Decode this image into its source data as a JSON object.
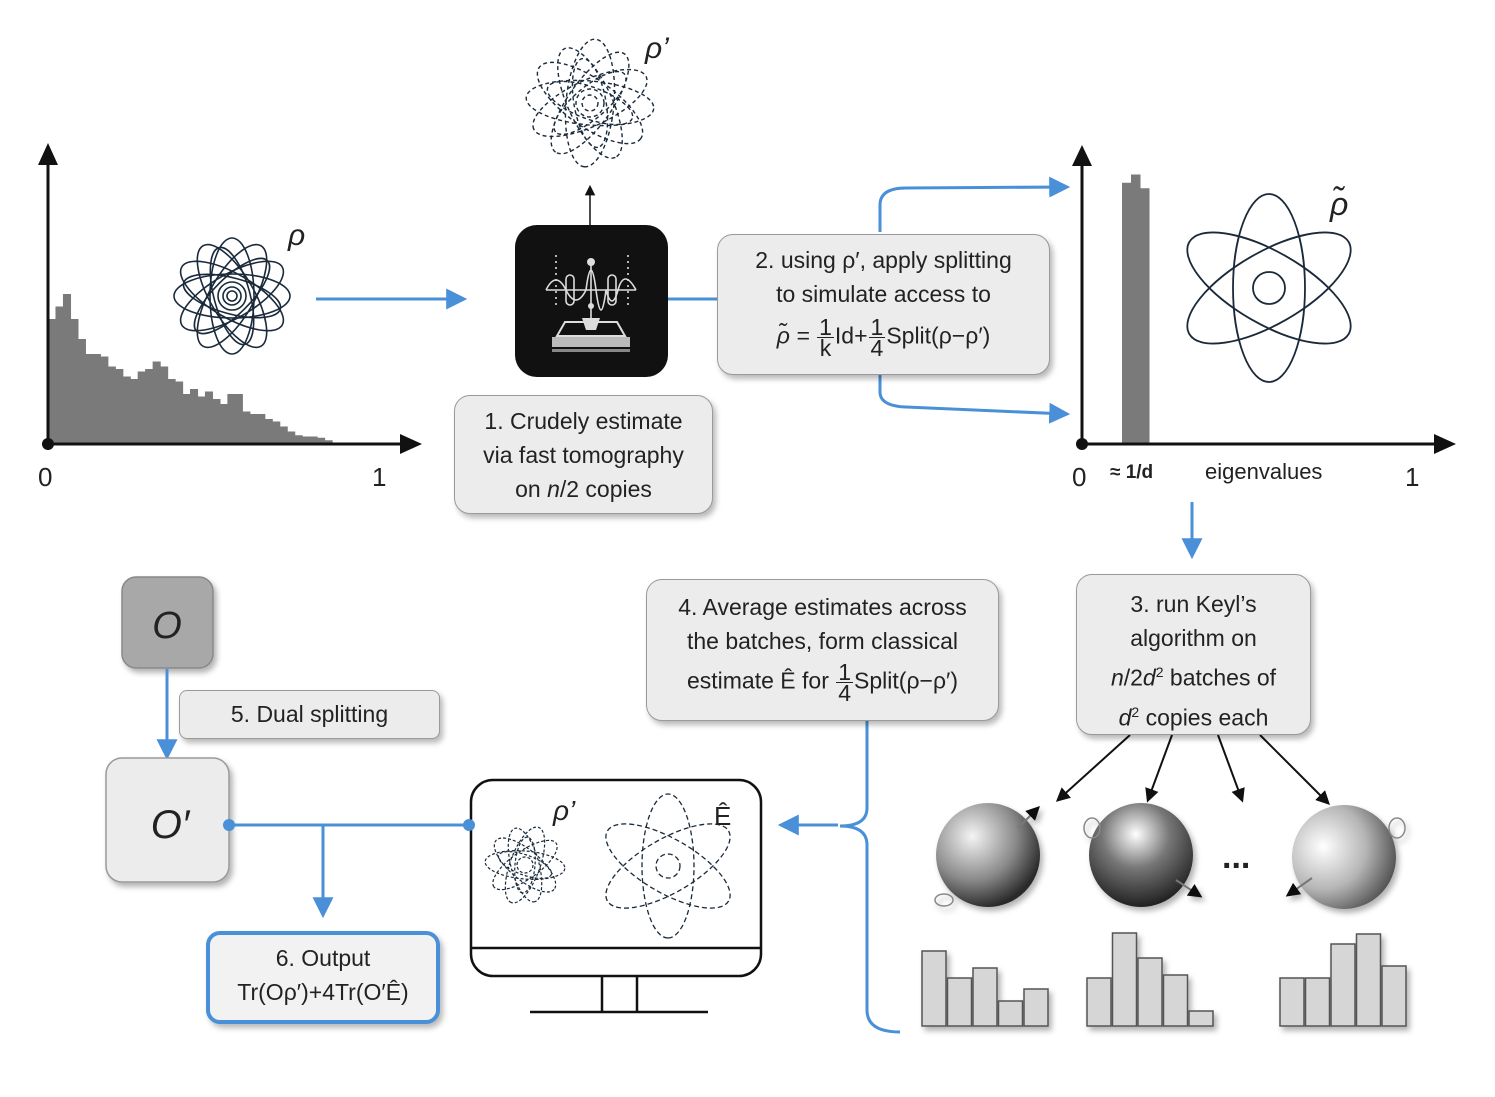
{
  "labels": {
    "rho": "ρ",
    "rho_prime": "ρ’",
    "rho_tilde": "ρ̃",
    "E_hat": "Ê",
    "O": "O",
    "O_prime": "O′",
    "axis_zero_left": "0",
    "axis_one_left": "1",
    "axis_zero_right": "0",
    "axis_one_right": "1",
    "approx_1_over_d": "≈ 1/d",
    "eigenvalues": "eigenvalues",
    "dots": "..."
  },
  "step1": {
    "line1": "1. Crudely estimate",
    "line2": "via fast tomography",
    "line3_prefix": "on ",
    "line3_var": "n",
    "line3_suffix": "/2 copies"
  },
  "step2": {
    "line1": "2. using ρ′, apply splitting",
    "line2": "to simulate access to",
    "eq_lhs": "ρ̃ =",
    "frac1_num": "1",
    "frac1_den": "k",
    "mid": "Id+",
    "frac2_num": "1",
    "frac2_den": "4",
    "rhs": "Split(ρ−ρ′)"
  },
  "step3": {
    "line1": "3. run Keyl’s",
    "line2": "algorithm on",
    "line3_a": "n",
    "line3_b": "/2",
    "line3_c": "d",
    "line3_sup": "2",
    "line3_d": " batches of",
    "line4_a": "d",
    "line4_sup": "2",
    "line4_b": " copies each"
  },
  "step4": {
    "line1": "4. Average estimates across",
    "line2": "the batches, form classical",
    "line3_prefix": "estimate Ê for",
    "frac_num": "1",
    "frac_den": "4",
    "line3_suffix": "Split(ρ−ρ′)"
  },
  "step5": {
    "label": "5. Dual splitting"
  },
  "step6": {
    "line1": "6. Output",
    "line2": "Tr(Oρ′)+4Tr(O′Ê)"
  },
  "chart_data": [
    {
      "type": "bar",
      "title": "",
      "xlim": [
        0,
        1
      ],
      "values": [
        0.5,
        0.55,
        0.6,
        0.5,
        0.42,
        0.36,
        0.36,
        0.35,
        0.31,
        0.3,
        0.27,
        0.26,
        0.29,
        0.3,
        0.33,
        0.31,
        0.26,
        0.25,
        0.2,
        0.22,
        0.19,
        0.21,
        0.18,
        0.16,
        0.2,
        0.2,
        0.13,
        0.12,
        0.12,
        0.1,
        0.09,
        0.07,
        0.05,
        0.035,
        0.03,
        0.03,
        0.025,
        0.015
      ]
    },
    {
      "type": "bar",
      "title": "",
      "xlim": [
        0,
        1
      ],
      "xlabel": "eigenvalues",
      "values": [
        0.95,
        0.98,
        0.93
      ]
    },
    {
      "type": "bar",
      "title": "",
      "series": [
        {
          "values": [
            0.75,
            0.48,
            0.58,
            0.25,
            0.37
          ]
        },
        {
          "values": [
            0.48,
            0.93,
            0.68,
            0.51,
            0.15
          ]
        },
        {
          "values": [
            0.48,
            0.48,
            0.82,
            0.92,
            0.6
          ]
        }
      ]
    }
  ]
}
